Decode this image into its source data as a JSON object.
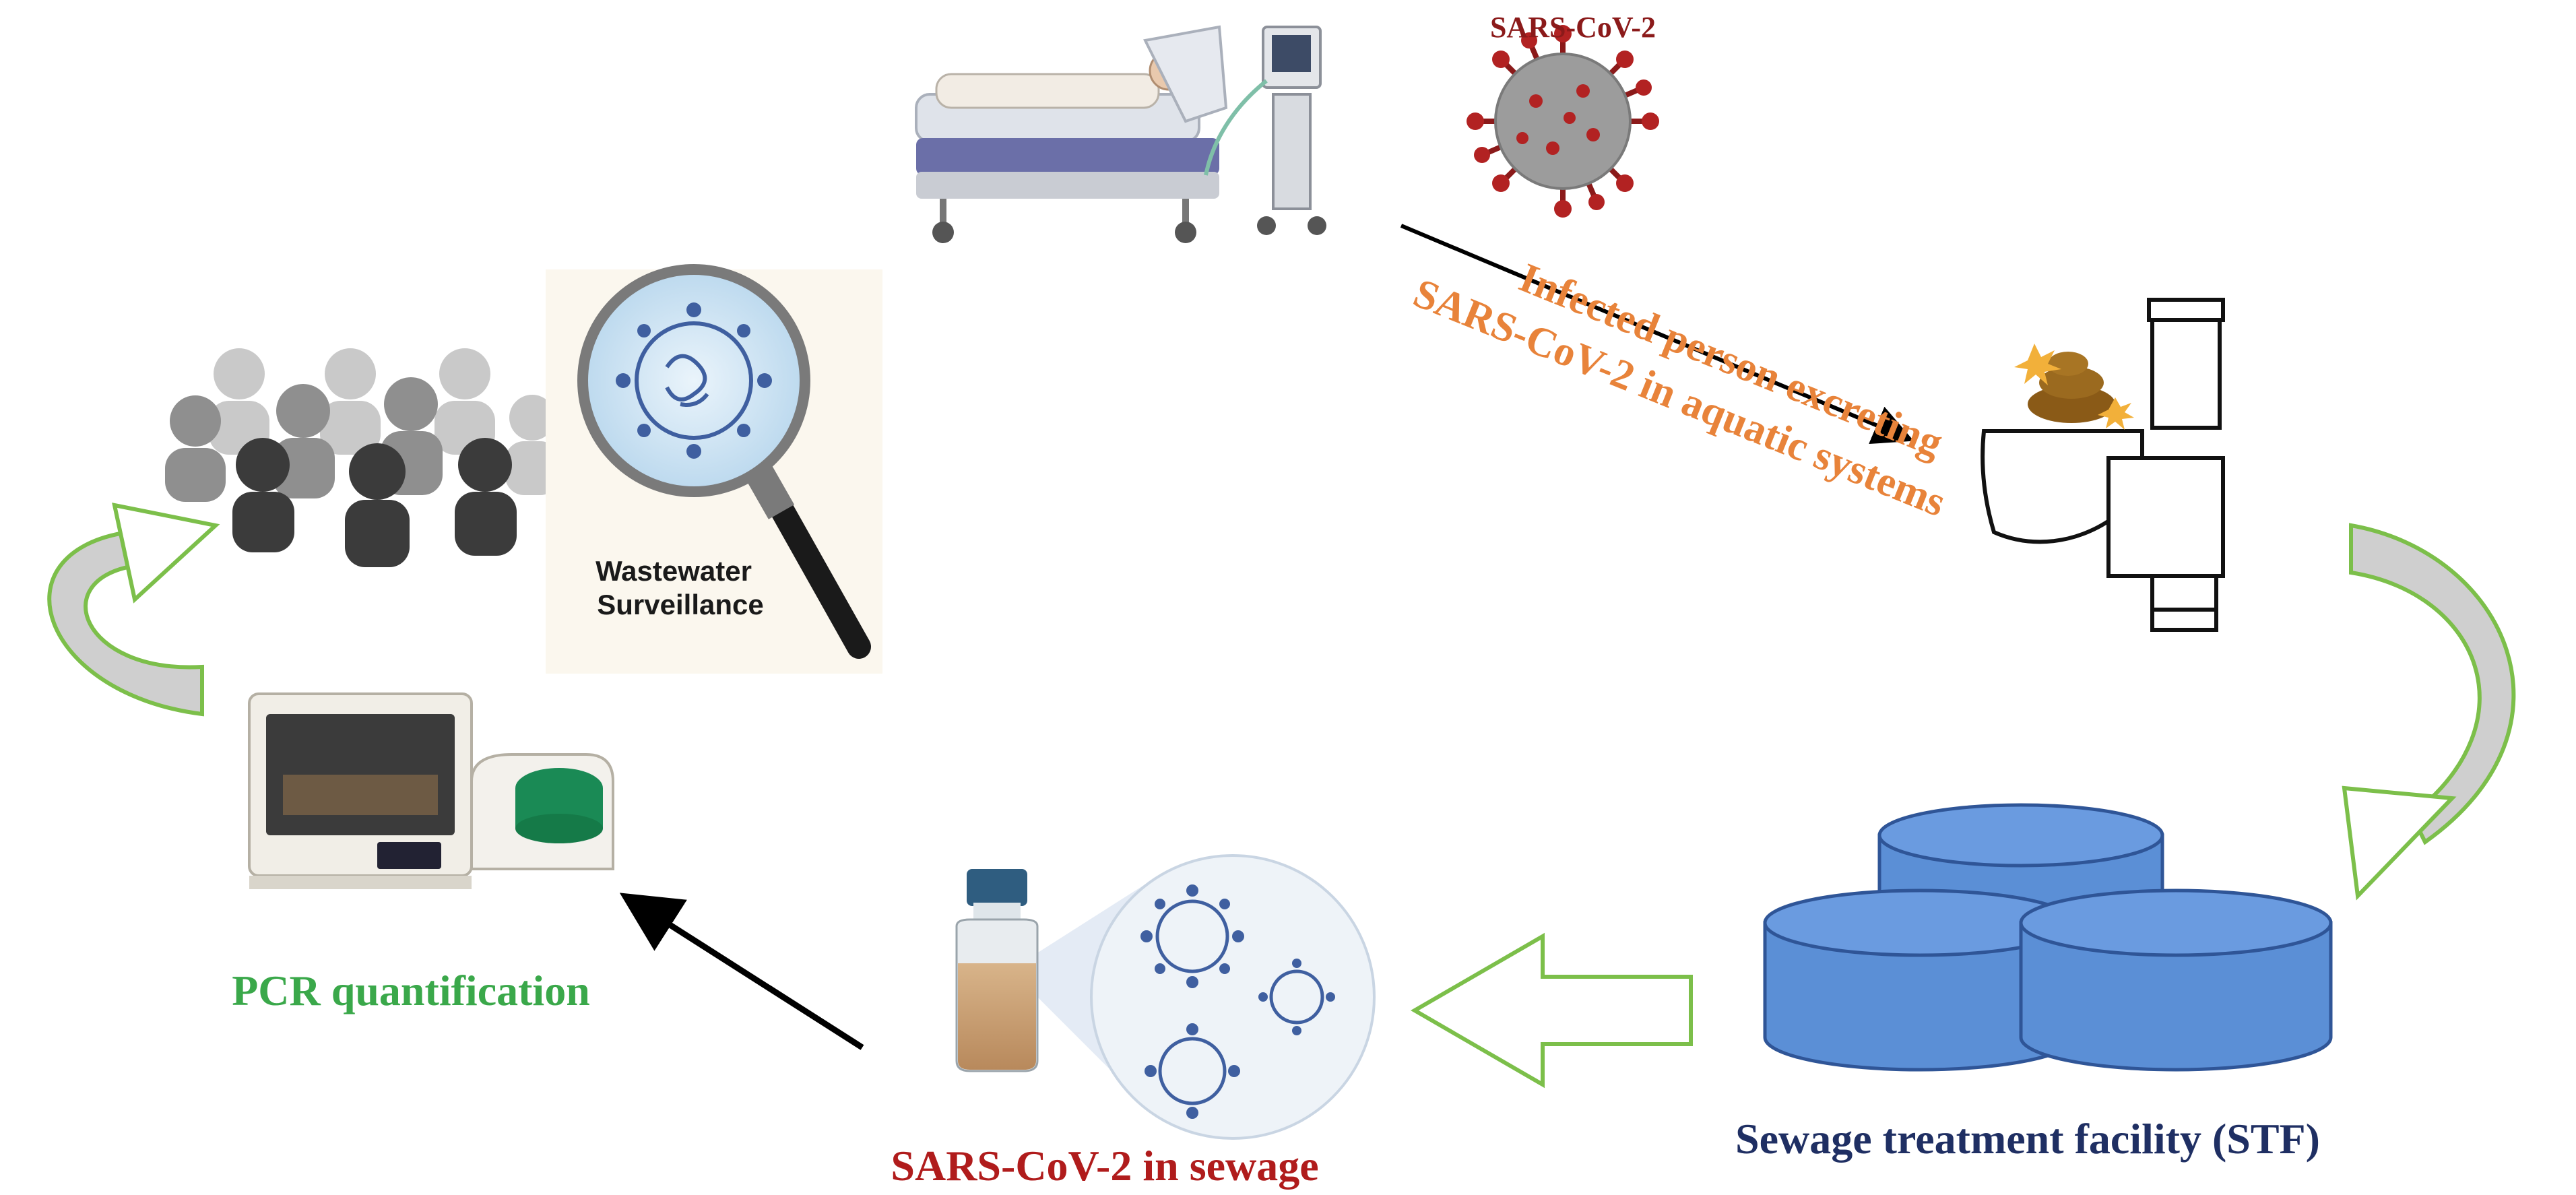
{
  "labels": {
    "virus_title": "SARS-CoV-2",
    "excretion_line1": "Infected person excreting",
    "excretion_line2": "SARS-CoV-2 in aquatic systems",
    "surveillance_line1": "Wastewater",
    "surveillance_line2": "Surveillance",
    "pcr": "PCR quantification",
    "sewage": "SARS-CoV-2 in sewage",
    "stf": "Sewage treatment facility (STF)"
  },
  "colors": {
    "virus_title": "#8b1a1a",
    "excretion": "#e8833a",
    "pcr": "#3aa84a",
    "sewage": "#b01c1c",
    "stf": "#1f2f63",
    "flow_arrow_outline": "#7cbf4a",
    "flow_arrow_fill": "#cfcfcf",
    "tank_fill": "#5b8fd6",
    "tank_stroke": "#2f5597"
  },
  "icons": [
    "hospital-bed-patient-icon",
    "coronavirus-icon",
    "toilet-icon",
    "feces-icon",
    "sewage-tanks-icon",
    "sample-bottle-icon",
    "pcr-machine-icon",
    "population-icon",
    "magnifier-virus-icon"
  ]
}
